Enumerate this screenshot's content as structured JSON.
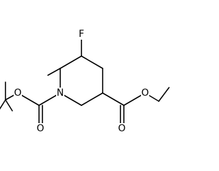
{
  "molecule": {
    "atoms": [
      {
        "id": "F",
        "label": "F",
        "color": "#000000"
      },
      {
        "id": "N",
        "label": "N",
        "color": "#000000"
      },
      {
        "id": "O_carbamate_ether",
        "label": "O",
        "color": "#000000"
      },
      {
        "id": "O_carbamate_carbonyl",
        "label": "O",
        "color": "#000000"
      },
      {
        "id": "O_ester_carbonyl",
        "label": "O",
        "color": "#000000"
      },
      {
        "id": "O_ester_ether",
        "label": "O",
        "color": "#000000"
      }
    ]
  }
}
